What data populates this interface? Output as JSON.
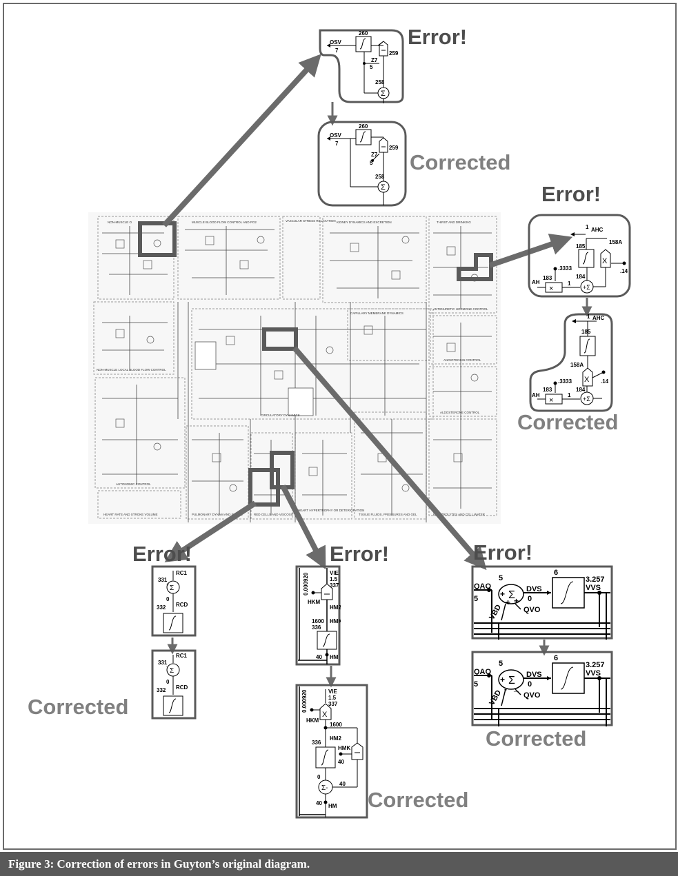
{
  "caption": "Figure 3: Correction of errors in Guyton’s original diagram.",
  "labels": {
    "error": "Error!",
    "corrected": "Corrected"
  },
  "overview_sections": [
    "NON-MUSCLE O",
    "MUSCLE BLOOD FLOW CONTROL AND PO2",
    "VASCULAR STRESS RELAXATION",
    "KIDNEY DYNAMICS AND EXCRETION",
    "THIRST AND DRINKING",
    "NON-MUSCLE LOCAL BLOOD FLOW CONTROL",
    "CAPILLARY MEMBRANE DYNAMICS",
    "ANTIDIURETIC HORMONE CONTROL",
    "ANGIOTENSIN CONTROL",
    "CIRCULATORY DYNAMICS",
    "ALDOSTERONE CONTROL",
    "AUTONOMIC CONTROL",
    "HEART RATE AND STROKE VOLUME",
    "PULMONARY DYNAM AND FLUIDS",
    "RED CELLS AND VISCOSITY",
    "HEART HYPERTROPHY OR DETERIORATION",
    "TISSUE FLUIDS, PRESSURES AND GEL",
    "ELECTROLYTES AND CELL WATER"
  ],
  "blocks": {
    "osv": {
      "integrator": "260",
      "out_name": "OSV",
      "out_val": "7",
      "divider": "259",
      "const_name": "Z7",
      "const_val": "5",
      "sum": "258"
    },
    "ahc": {
      "one": "1",
      "name": "AHC",
      "integrator": "185",
      "mult": "158A",
      "c1": ".3333",
      "c2": ".14",
      "in": "AH",
      "mult2": "183",
      "sum": "184"
    },
    "rc": {
      "sum": "331",
      "name1": "RC1",
      "zero": "0",
      "integrator": "332",
      "name2": "RCD"
    },
    "hm": {
      "const": "0.000920",
      "vie": "VIE",
      "v15": "1.5",
      "n337": "337",
      "hkm": "HKM",
      "hm2": "HM2",
      "n1600": "1600",
      "hmk": "HMK",
      "n336": "336",
      "n40": "40",
      "hm": "HM"
    },
    "vvs": {
      "qao": "QAO",
      "five_a": "5",
      "five_b": "5",
      "dvs": "DVS",
      "zero": "0",
      "six": "6",
      "vvs": "VVS",
      "val": "3.257",
      "vbd": "VBD",
      "qvo": "QVO"
    }
  }
}
